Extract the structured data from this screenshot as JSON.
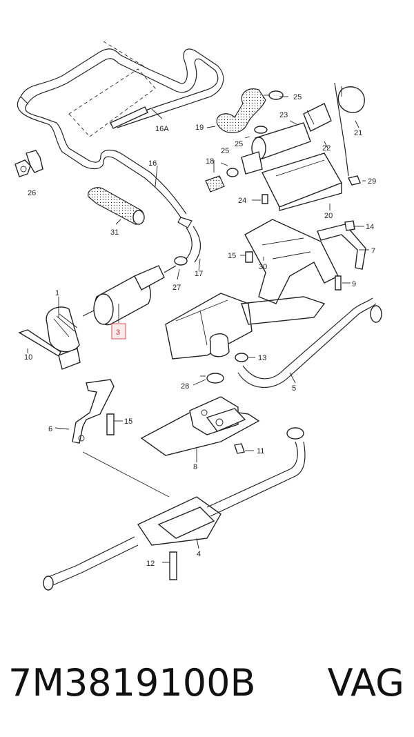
{
  "callouts": {
    "c1": "1",
    "c3": "3",
    "c4": "4",
    "c5": "5",
    "c6": "6",
    "c7": "7",
    "c8": "8",
    "c9": "9",
    "c10": "10",
    "c11": "11",
    "c12": "12",
    "c13": "13",
    "c14": "14",
    "c15a": "15",
    "c15b": "15",
    "c16": "16",
    "c16a": "16A",
    "c17": "17",
    "c18": "18",
    "c19": "19",
    "c20": "20",
    "c21": "21",
    "c22": "22",
    "c23": "23",
    "c24": "24",
    "c25a": "25",
    "c25b": "25",
    "c25c": "25",
    "c26": "26",
    "c27": "27",
    "c28": "28",
    "c29": "29",
    "c30": "30",
    "c31": "31"
  },
  "highlight": {
    "color": "#d9535a"
  },
  "footer": {
    "part_number": "7M3819100B",
    "brand": "VAG"
  }
}
